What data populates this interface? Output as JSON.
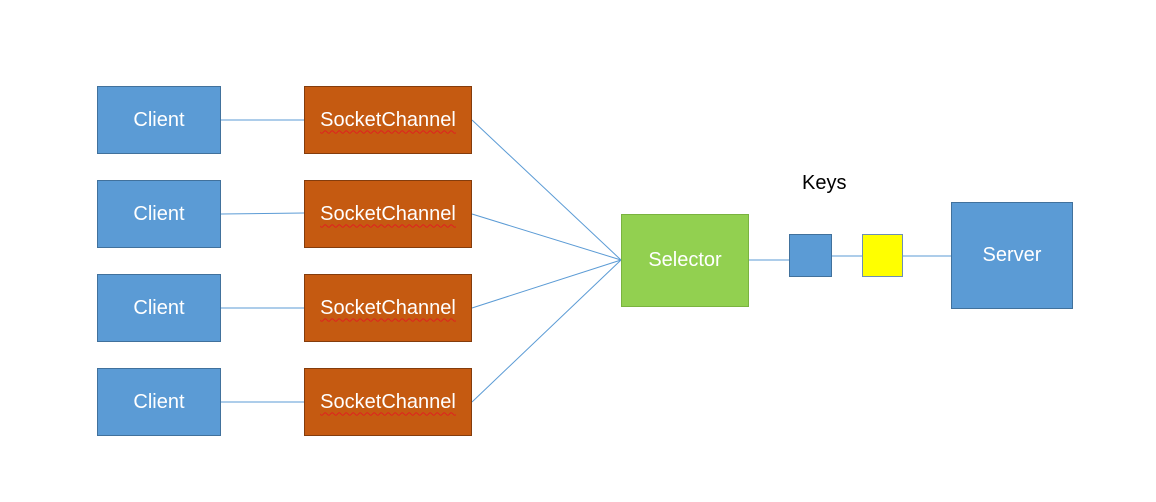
{
  "diagram": {
    "clients": [
      "Client",
      "Client",
      "Client",
      "Client"
    ],
    "channels": [
      "SocketChannel",
      "SocketChannel",
      "SocketChannel",
      "SocketChannel"
    ],
    "selector": "Selector",
    "keys_label": "Keys",
    "server": "Server"
  },
  "colors": {
    "client_fill": "#5b9bd5",
    "channel_fill": "#c55a11",
    "selector_fill": "#92d050",
    "key_blue_fill": "#5b9bd5",
    "key_yellow_fill": "#ffff00",
    "server_fill": "#5b9bd5",
    "connector": "#5b9bd5"
  }
}
